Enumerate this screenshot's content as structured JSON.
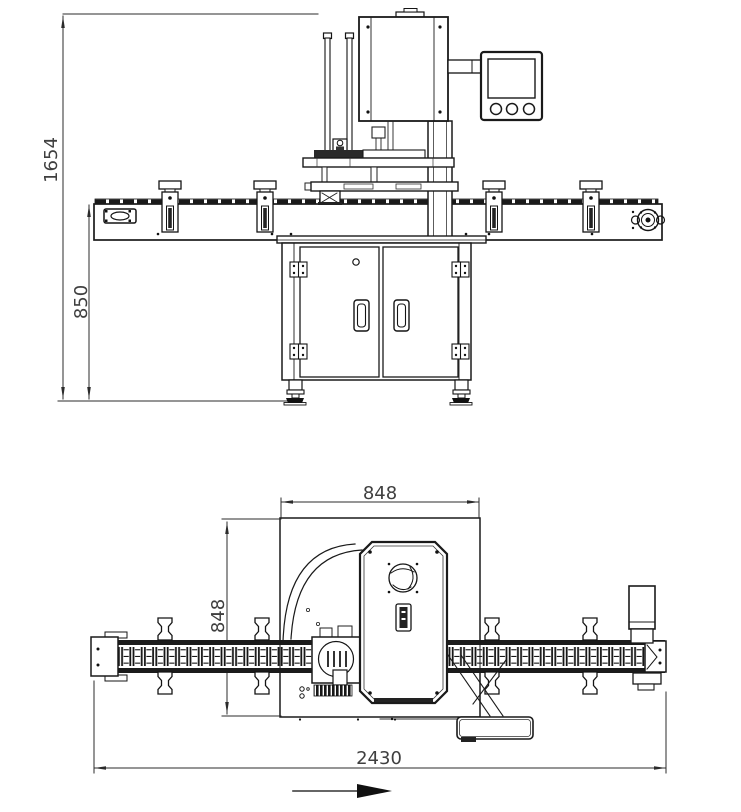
{
  "dimensions": {
    "front": {
      "overall_height": "1654",
      "conveyor_height": "850"
    },
    "plan": {
      "table_width": "848",
      "table_depth": "848",
      "overall_length": "2430"
    }
  },
  "icons": {
    "flow_direction": "right-arrow"
  },
  "colors": {
    "line": "#1a1a1a",
    "dim_text": "#3f3f3f",
    "background": "#ffffff"
  }
}
